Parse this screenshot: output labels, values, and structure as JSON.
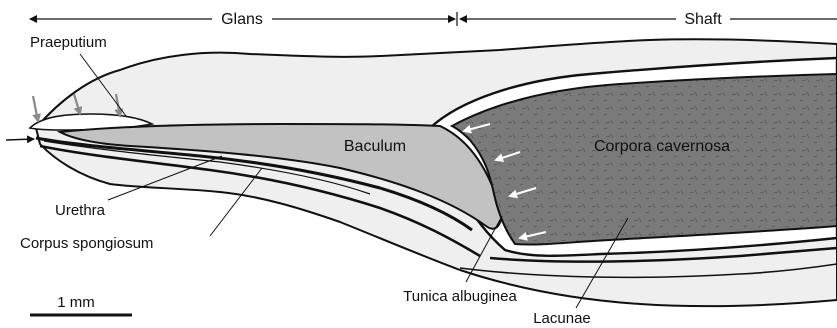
{
  "sections": {
    "glans": "Glans",
    "shaft": "Shaft"
  },
  "labels": {
    "praeputium": "Praeputium",
    "baculum": "Baculum",
    "corpora_cavernosa": "Corpora cavernosa",
    "urethra": "Urethra",
    "corpus_spongiosum": "Corpus spongiosum",
    "tunica_albuginea": "Tunica albuginea",
    "lacunae": "Lacunae"
  },
  "scale_bar": {
    "label": "1 mm"
  },
  "colors": {
    "background": "#ffffff",
    "outline": "#111111",
    "glans_tissue": "#efefef",
    "baculum": "#c2c2c2",
    "corpora_cavernosa": "#7a7a7a",
    "arrow_gray": "#8a8a8a",
    "arrow_white": "#ffffff"
  }
}
